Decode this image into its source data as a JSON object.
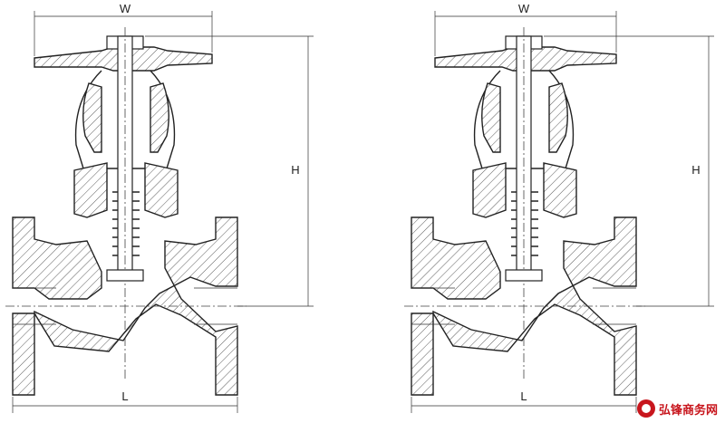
{
  "labels": {
    "left": {
      "width": "W",
      "height": "H",
      "length": "L"
    },
    "right": {
      "width": "W",
      "height": "H",
      "length": "L"
    }
  },
  "watermark": {
    "text": "弘锋商务网",
    "logo_icon": "hongfeng-logo-icon",
    "color": "#c8161d"
  }
}
